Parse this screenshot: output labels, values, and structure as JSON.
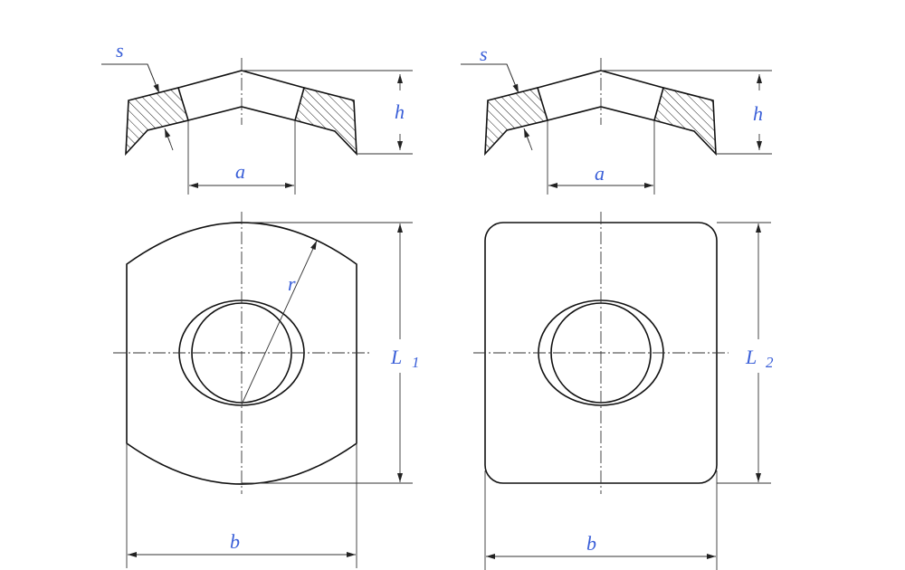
{
  "drawings": [
    {
      "name": "curved-washer",
      "labels": {
        "s": "s",
        "h": "h",
        "a": "a",
        "r": "r",
        "L": "L",
        "L_sub": "1",
        "b": "b"
      }
    },
    {
      "name": "square-washer",
      "labels": {
        "s": "s",
        "h": "h",
        "a": "a",
        "L": "L",
        "L_sub": "2",
        "b": "b"
      }
    }
  ],
  "colors": {
    "label": "#3a5fd8",
    "line": "#111111"
  }
}
